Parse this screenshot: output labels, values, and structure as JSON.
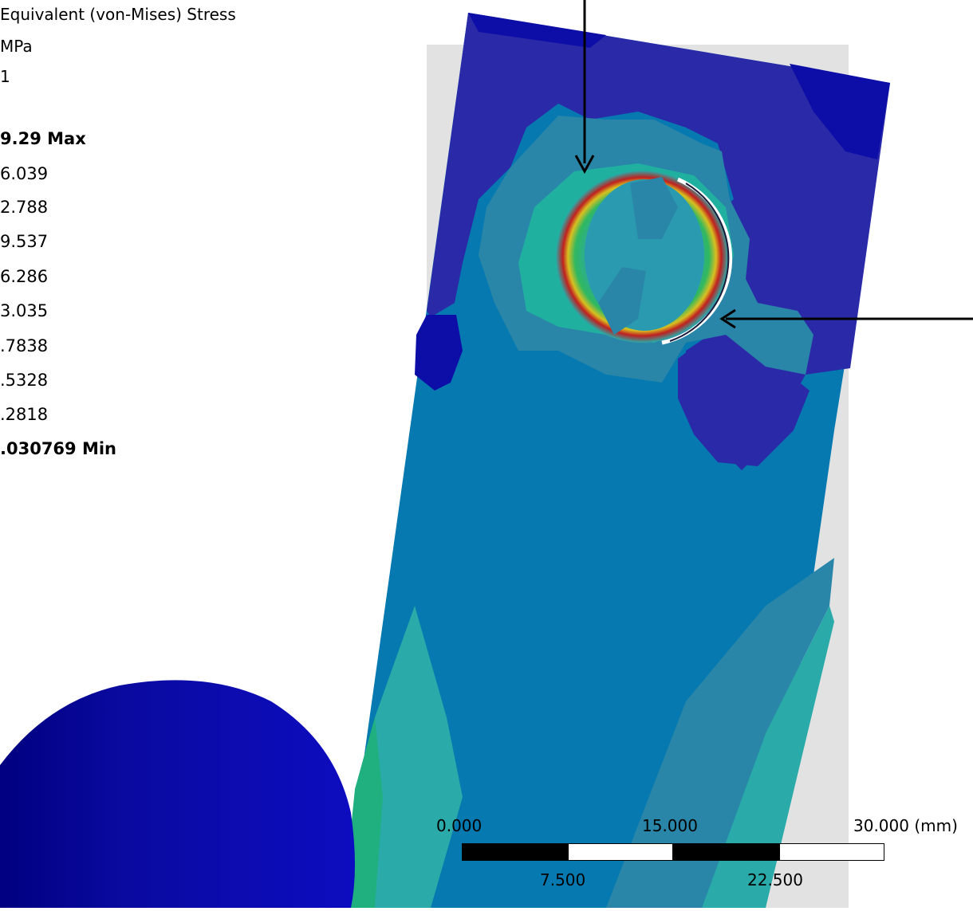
{
  "legend": {
    "title": "Equivalent (von-Mises) Stress",
    "unit": "MPa",
    "index": "1",
    "max_label": "9.29 Max",
    "levels": [
      "6.039",
      "2.788",
      "9.537",
      "6.286",
      "3.035",
      ".7838",
      ".5328",
      ".2818"
    ],
    "min_label": ".030769 Min"
  },
  "scale_bar": {
    "top_labels": [
      "0.000",
      "15.000",
      "30.000 (mm)"
    ],
    "bottom_labels": [
      "7.500",
      "22.500"
    ]
  },
  "colors": {
    "contour_dark_blue": "#0d0da8",
    "contour_mid_blue": "#2a2aa8",
    "contour_blue": "#0579b0",
    "contour_steel": "#2a86a8",
    "contour_cyan": "#2aaaa8",
    "contour_teal": "#2bb8a6",
    "contour_green": "#20b870",
    "hot_red": "#c02020",
    "hot_yellow": "#e0c020",
    "background_gray": "#e2e2e2"
  }
}
